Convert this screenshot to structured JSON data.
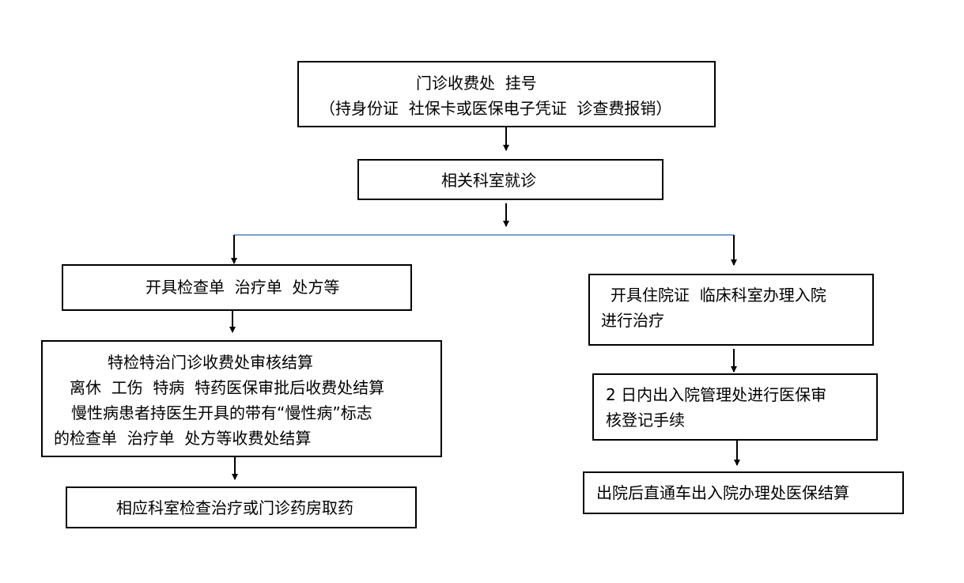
{
  "colors": {
    "box_border": "#000000",
    "arrow": "#000000",
    "branch_line": "#4f81bd",
    "background": "#ffffff"
  },
  "flowchart": {
    "registration": {
      "line1": "门诊收费处  挂号",
      "line2": "（持身份证  社保卡或医保电子凭证  诊查费报销）"
    },
    "consult": {
      "line1": "相关科室就诊"
    },
    "exam": {
      "line1": "开具检查单  治疗单  处方等"
    },
    "settlement": {
      "line1": "特检特治门诊收费处审核结算",
      "line2": "离休  工伤  特病  特药医保审批后收费处结算",
      "line3": "慢性病患者持医生开具的带有“慢性病”标志",
      "line4": "的检查单  治疗单  处方等收费处结算"
    },
    "treatment": {
      "line1": "相应科室检查治疗或门诊药房取药"
    },
    "admission": {
      "line1": "开具住院证  临床科室办理入院",
      "line2": "进行治疗"
    },
    "audit": {
      "line1": "2 日内出入院管理处进行医保审",
      "line2": "核登记手续"
    },
    "discharge": {
      "line1": "出院后直通车出入院办理处医保结算"
    }
  }
}
